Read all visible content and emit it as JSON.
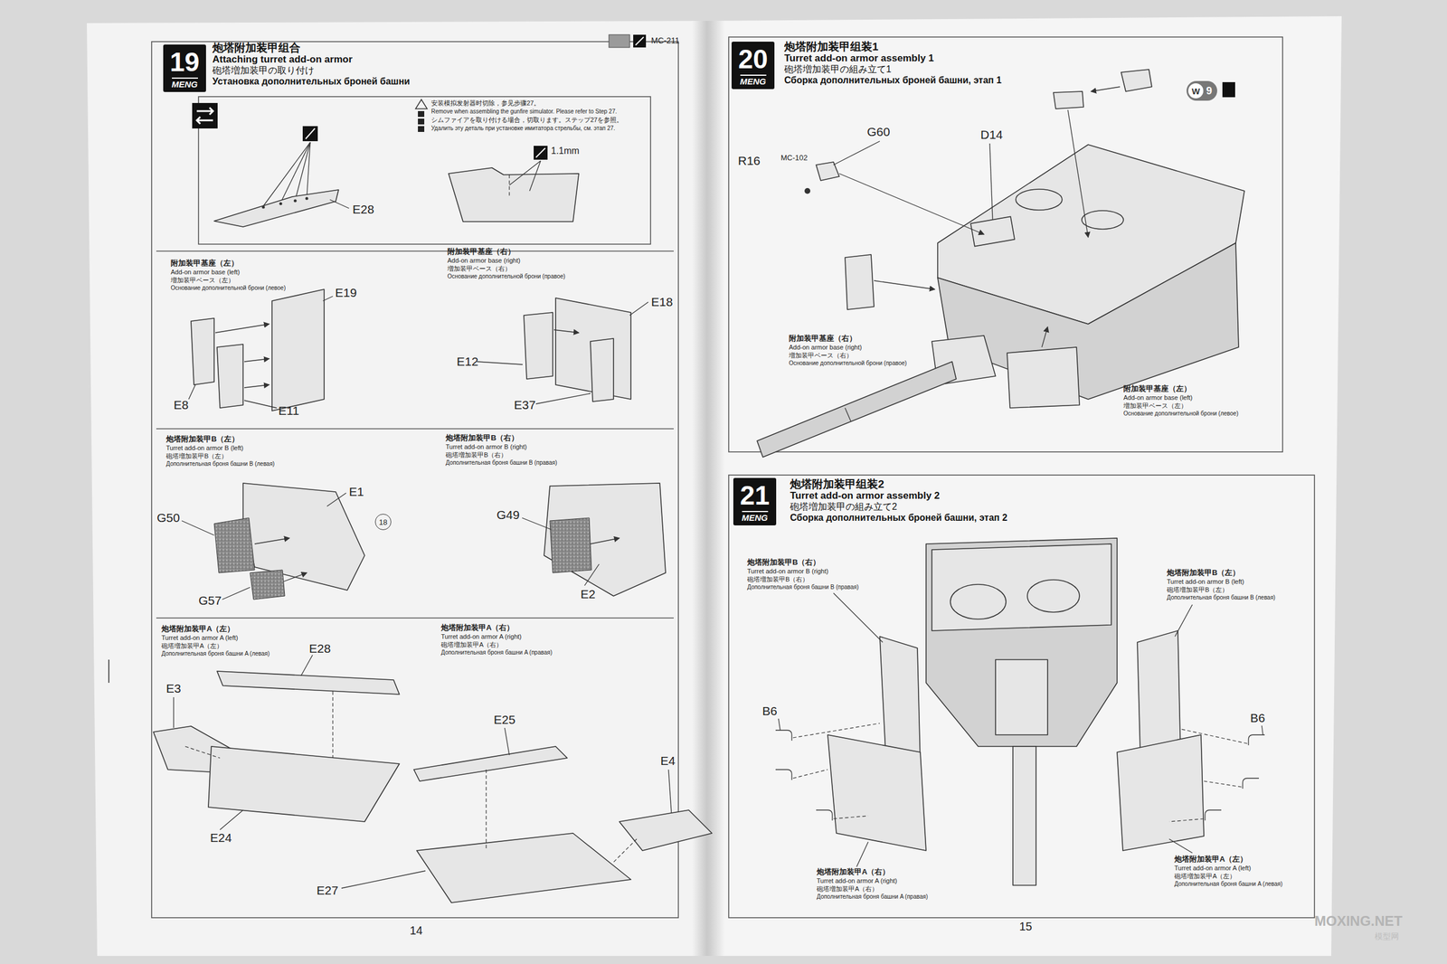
{
  "diagram": {
    "nodes": [
      {
        "text": [
          "19",
          "MENG"
        ]
      },
      {
        "text": [
          "20",
          "MENG"
        ]
      },
      {
        "text": [
          "21",
          "MENG"
        ]
      },
      {
        "text": [
          "18"
        ]
      },
      {
        "text": [
          "W",
          "9"
        ]
      }
    ],
    "labels": [
      "炮塔附加装甲组合",
      "Attaching turret add-on armor",
      "砲塔増加装甲の取り付け",
      "Установка дополнительных броней башни",
      "MC-211",
      "E28",
      "1.1mm",
      "安装模拟发射器时切除，参见步骤27。",
      "Remove when assembling the gunfire simulator. Please refer to Step 27.",
      "シムファイアを取り付ける場合，切取ります。ステップ27を参照。",
      "Удалить эту деталь при установке имитатора стрельбы, см. этап 27.",
      "附加装甲基座（左）",
      "Add-on armor base (left)",
      "増加装甲ベース（左）",
      "Основание дополнительной брони (левое)",
      "E19",
      "E8",
      "E11",
      "附加装甲基座（右）",
      "Add-on armor base (right)",
      "増加装甲ベース（右）",
      "Основание дополнительной брони (правое)",
      "E18",
      "E12",
      "E37",
      "炮塔附加装甲B（左）",
      "Turret add-on armor B (left)",
      "砲塔増加装甲B（左）",
      "Дополнительная броня башни B (левая)",
      "E1",
      "G50",
      "G57",
      "炮塔附加装甲B（右）",
      "Turret add-on armor B (right)",
      "砲塔増加装甲B（右）",
      "Дополнительная броня башни B (правая)",
      "G49",
      "E2",
      "炮塔附加装甲A（左）",
      "Turret add-on armor A (left)",
      "砲塔増加装甲A（左）",
      "Дополнительная броня башни A (левая)",
      "E28",
      "E3",
      "E24",
      "炮塔附加装甲A（右）",
      "Turret add-on armor A (right)",
      "砲塔増加装甲A（右）",
      "Дополнительная броня башни A (правая)",
      "E25",
      "E4",
      "E27",
      "14",
      "炮塔附加装甲组装1",
      "Turret add-on armor assembly 1",
      "砲塔増加装甲の組み立て1",
      "Сборка дополнительных броней башни, этап 1",
      "G60",
      "R16",
      "MC-102",
      "D14",
      "附加装甲基座（右）",
      "Add-on armor base (right)",
      "増加装甲ベース（右）",
      "Основание дополнительной брони (правое)",
      "附加装甲基座（左）",
      "Add-on armor base (left)",
      "増加装甲ベース（左）",
      "Основание дополнительной брони (левое)",
      "炮塔附加装甲组装2",
      "Turret add-on armor assembly 2",
      "砲塔増加装甲の組み立て2",
      "Сборка дополнительных броней башни, этап 2",
      "炮塔附加装甲B（右）",
      "Turret add-on armor B (right)",
      "砲塔増加装甲B（右）",
      "Дополнительная броня башни B (правая)",
      "炮塔附加装甲B（左）",
      "Turret add-on armor B (left)",
      "砲塔増加装甲B（左）",
      "Дополнительная броня башни B (левая)",
      "B6",
      "B6",
      "炮塔附加装甲A（右）",
      "Turret add-on armor A (right)",
      "砲塔増加装甲A（右）",
      "Дополнительная броня башни A (правая)",
      "炮塔附加装甲A（左）",
      "Turret add-on armor A (left)",
      "砲塔増加装甲A（左）",
      "Дополнительная броня башни A (левая)",
      "15",
      "MOXING.NET",
      "模型网"
    ]
  }
}
